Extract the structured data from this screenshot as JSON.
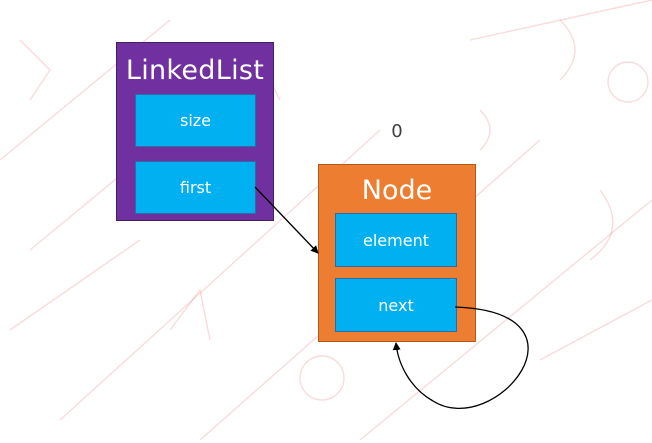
{
  "colors": {
    "linkedlist_fill": "#7030a0",
    "node_fill": "#ed7d31",
    "field_fill": "#00b0f0",
    "arrow": "#000000",
    "watermark": "#e06060"
  },
  "linked_list": {
    "title": "LinkedList",
    "fields": {
      "size": "size",
      "first": "first"
    }
  },
  "node": {
    "index": "0",
    "title": "Node",
    "fields": {
      "element": "element",
      "next": "next"
    }
  }
}
